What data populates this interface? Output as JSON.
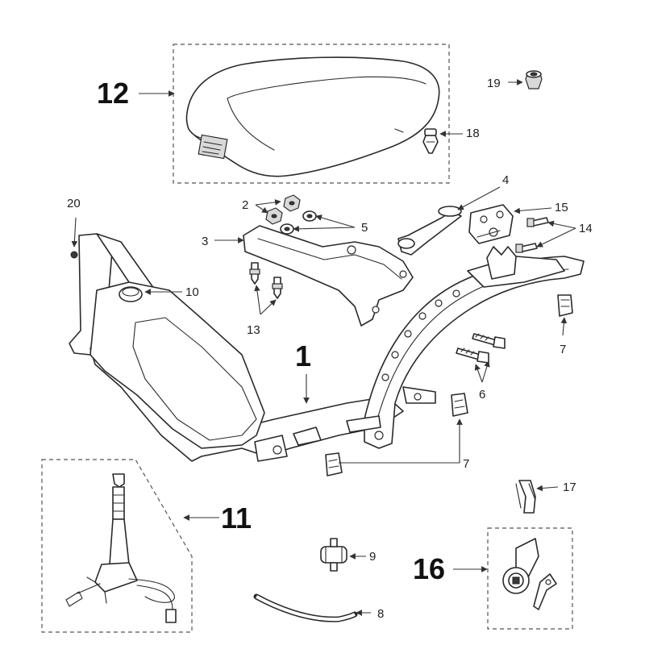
{
  "labels": {
    "p1": "1",
    "p2": "2",
    "p3": "3",
    "p4": "4",
    "p5": "5",
    "p6": "6",
    "p7a": "7",
    "p7b": "7",
    "p8": "8",
    "p9": "9",
    "p10": "10",
    "p11": "11",
    "p12": "12",
    "p13": "13",
    "p14": "14",
    "p15": "15",
    "p16": "16",
    "p17": "17",
    "p18": "18",
    "p19": "19",
    "p20": "20"
  }
}
